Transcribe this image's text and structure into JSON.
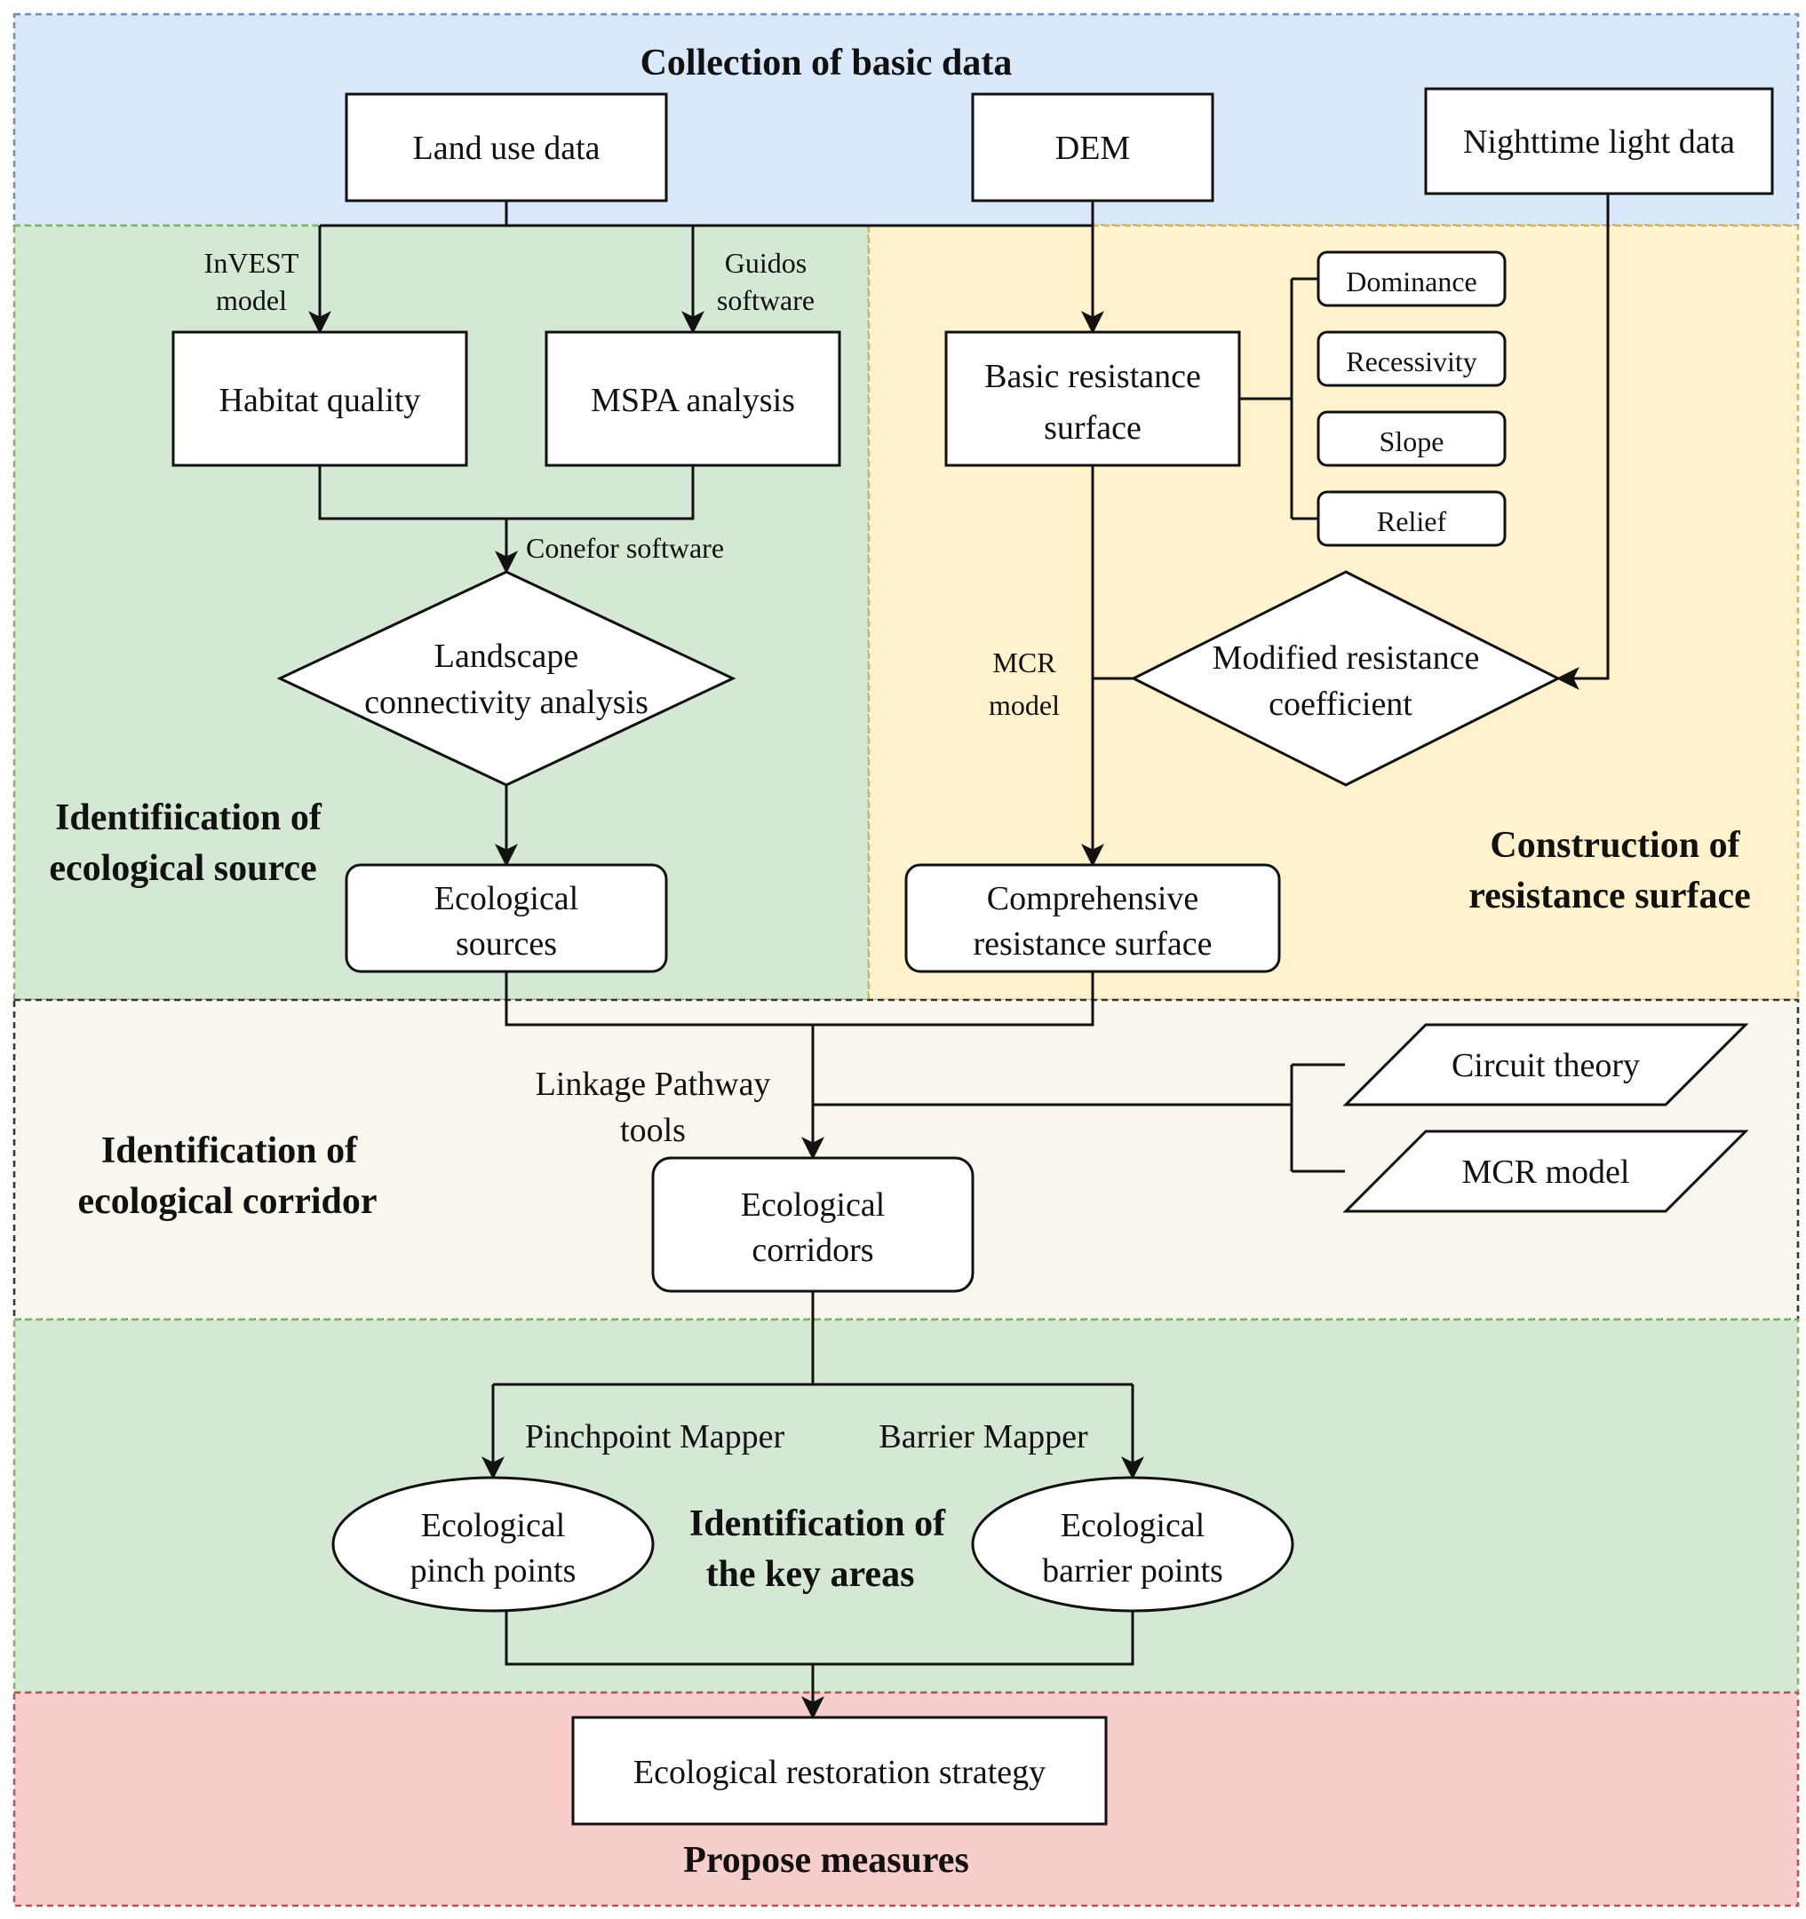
{
  "sections": {
    "basic_data": {
      "title": "Collection of basic data",
      "color": "#dae8fc",
      "border": "#6c8ebf"
    },
    "ecological_source": {
      "title_line1": "Identifiication of",
      "title_line2": "ecological source",
      "color": "#d5e8d4",
      "border": "#82b366"
    },
    "resistance_surface": {
      "title_line1": "Construction of",
      "title_line2": "resistance surface",
      "color": "#fff2cc",
      "border": "#d6b656"
    },
    "ecological_corridor": {
      "title_line1": "Identification of",
      "title_line2": "ecological corridor",
      "color": "#f9f7ed",
      "border": "#333333"
    },
    "key_areas": {
      "title_line1": "Identification of",
      "title_line2": "the key areas",
      "color": "#d5e8d4",
      "border": "#82b366"
    },
    "measures": {
      "title": "Propose measures",
      "color": "#f8cecc",
      "border": "#b85450"
    }
  },
  "nodes": {
    "land_use": "Land use  data",
    "dem": "DEM",
    "nighttime_light": "Nighttime light data",
    "habitat_quality": "Habitat quality",
    "mspa": "MSPA analysis",
    "basic_resistance_line1": "Basic resistance",
    "basic_resistance_line2": "surface",
    "dominance": "Dominance",
    "recessivity": "Recessivity",
    "slope": "Slope",
    "relief": "Relief",
    "landscape_line1": "Landscape",
    "landscape_line2": "connectivity analysis",
    "modified_line1": "Modified resistance",
    "modified_line2": "coefficient",
    "eco_sources_line1": "Ecological",
    "eco_sources_line2": "sources",
    "comprehensive_line1": "Comprehensive",
    "comprehensive_line2": "resistance surface",
    "circuit_theory": "Circuit theory",
    "mcr_model_box": "MCR model",
    "eco_corridors_line1": "Ecological",
    "eco_corridors_line2": "corridors",
    "pinch_line1": "Ecological",
    "pinch_line2": "pinch points",
    "barrier_line1": "Ecological",
    "barrier_line2": "barrier points",
    "restoration": "Ecological restoration strategy"
  },
  "edge_labels": {
    "invest_line1": "InVEST",
    "invest_line2": "model",
    "guidos_line1": "Guidos",
    "guidos_line2": "software",
    "conefor": "Conefor software",
    "mcr_line1": "MCR",
    "mcr_line2": "model",
    "linkage_line1": "Linkage Pathway",
    "linkage_line2": "tools",
    "pinchpoint_mapper": "Pinchpoint Mapper",
    "barrier_mapper": "Barrier Mapper"
  }
}
